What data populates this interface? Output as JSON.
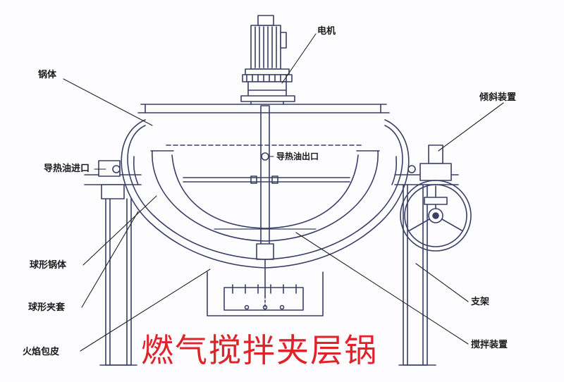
{
  "title": "燃气搅拌夹层锅",
  "labels": {
    "motor": "电机",
    "pot_body": "锅体",
    "tilt_device": "倾斜装置",
    "oil_inlet": "导热油进口",
    "oil_outlet": "导热油出口",
    "spherical_pot": "球形锅体",
    "spherical_jacket": "球形夹套",
    "flame_cover": "火焰包皮",
    "bracket": "支架",
    "stirring_device": "搅拌装置"
  },
  "colors": {
    "line": "#3a3f66",
    "leader": "#222222",
    "title": "#e0232a"
  }
}
